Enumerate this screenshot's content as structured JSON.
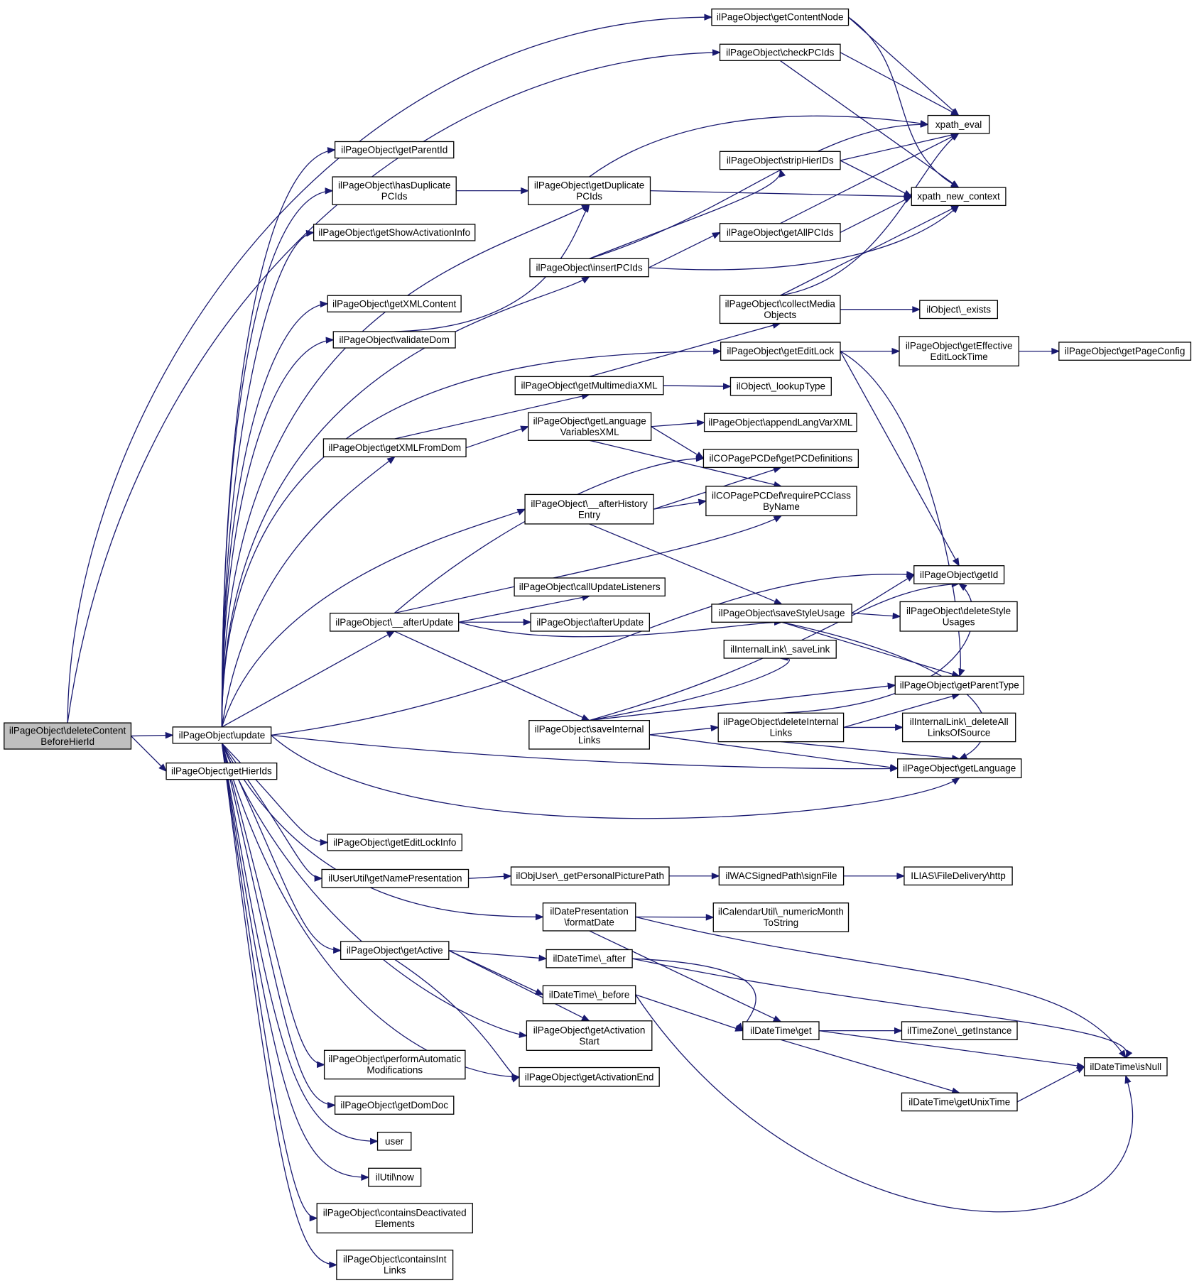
{
  "graph": {
    "edge_color": "#191970",
    "root_fill": "#bfbfbf",
    "node_fill": "#ffffff",
    "nodes": [
      {
        "id": "root",
        "lines": [
          "ilPageObject\\deleteContent",
          "BeforeHierId"
        ],
        "root": true
      },
      {
        "id": "update",
        "lines": [
          "ilPageObject\\update"
        ]
      },
      {
        "id": "getHierIds",
        "lines": [
          "ilPageObject\\getHierIds"
        ]
      },
      {
        "id": "getContentNode",
        "lines": [
          "ilPageObject\\getContentNode"
        ]
      },
      {
        "id": "checkPCIds",
        "lines": [
          "ilPageObject\\checkPCIds"
        ]
      },
      {
        "id": "xpath_eval",
        "lines": [
          "xpath_eval"
        ]
      },
      {
        "id": "xpath_new_context",
        "lines": [
          "xpath_new_context"
        ]
      },
      {
        "id": "getParentId",
        "lines": [
          "ilPageObject\\getParentId"
        ]
      },
      {
        "id": "hasDuplicatePCIds",
        "lines": [
          "ilPageObject\\hasDuplicate",
          "PCIds"
        ]
      },
      {
        "id": "getDuplicatePCIds",
        "lines": [
          "ilPageObject\\getDuplicate",
          "PCIds"
        ]
      },
      {
        "id": "stripHierIDs",
        "lines": [
          "ilPageObject\\stripHierIDs"
        ]
      },
      {
        "id": "getShowActivationInfo",
        "lines": [
          "ilPageObject\\getShowActivationInfo"
        ]
      },
      {
        "id": "getAllPCIds",
        "lines": [
          "ilPageObject\\getAllPCIds"
        ]
      },
      {
        "id": "insertPCIds",
        "lines": [
          "ilPageObject\\insertPCIds"
        ]
      },
      {
        "id": "getXMLContent",
        "lines": [
          "ilPageObject\\getXMLContent"
        ]
      },
      {
        "id": "collectMediaObjects",
        "lines": [
          "ilPageObject\\collectMedia",
          "Objects"
        ]
      },
      {
        "id": "ilObject_exists",
        "lines": [
          "ilObject\\_exists"
        ]
      },
      {
        "id": "validateDom",
        "lines": [
          "ilPageObject\\validateDom"
        ]
      },
      {
        "id": "getEditLock",
        "lines": [
          "ilPageObject\\getEditLock"
        ]
      },
      {
        "id": "getEffectiveEditLockTime",
        "lines": [
          "ilPageObject\\getEffective",
          "EditLockTime"
        ]
      },
      {
        "id": "getPageConfig",
        "lines": [
          "ilPageObject\\getPageConfig"
        ]
      },
      {
        "id": "getMultimediaXML",
        "lines": [
          "ilPageObject\\getMultimediaXML"
        ]
      },
      {
        "id": "lookupType",
        "lines": [
          "ilObject\\_lookupType"
        ]
      },
      {
        "id": "getLanguageVariablesXML",
        "lines": [
          "ilPageObject\\getLanguage",
          "VariablesXML"
        ]
      },
      {
        "id": "appendLangVarXML",
        "lines": [
          "ilPageObject\\appendLangVarXML"
        ]
      },
      {
        "id": "getXMLFromDom",
        "lines": [
          "ilPageObject\\getXMLFromDom"
        ]
      },
      {
        "id": "getPCDefinitions",
        "lines": [
          "ilCOPagePCDef\\getPCDefinitions"
        ]
      },
      {
        "id": "afterHistoryEntry",
        "lines": [
          "ilPageObject\\__afterHistory",
          "Entry"
        ]
      },
      {
        "id": "requirePCClassByName",
        "lines": [
          "ilCOPagePCDef\\requirePCClass",
          "ByName"
        ]
      },
      {
        "id": "getId",
        "lines": [
          "ilPageObject\\getId"
        ]
      },
      {
        "id": "callUpdateListeners",
        "lines": [
          "ilPageObject\\callUpdateListeners"
        ]
      },
      {
        "id": "saveStyleUsage",
        "lines": [
          "ilPageObject\\saveStyleUsage"
        ]
      },
      {
        "id": "deleteStyleUsages",
        "lines": [
          "ilPageObject\\deleteStyle",
          "Usages"
        ]
      },
      {
        "id": "__afterUpdate",
        "lines": [
          "ilPageObject\\__afterUpdate"
        ]
      },
      {
        "id": "afterUpdate",
        "lines": [
          "ilPageObject\\afterUpdate"
        ]
      },
      {
        "id": "saveLink",
        "lines": [
          "ilInternalLink\\_saveLink"
        ]
      },
      {
        "id": "getParentType",
        "lines": [
          "ilPageObject\\getParentType"
        ]
      },
      {
        "id": "saveInternalLinks",
        "lines": [
          "ilPageObject\\saveInternal",
          "Links"
        ]
      },
      {
        "id": "deleteInternalLinks",
        "lines": [
          "ilPageObject\\deleteInternal",
          "Links"
        ]
      },
      {
        "id": "deleteAllLinksOfSource",
        "lines": [
          "ilInternalLink\\_deleteAll",
          "LinksOfSource"
        ]
      },
      {
        "id": "getLanguage",
        "lines": [
          "ilPageObject\\getLanguage"
        ]
      },
      {
        "id": "getEditLockInfo",
        "lines": [
          "ilPageObject\\getEditLockInfo"
        ]
      },
      {
        "id": "getNamePresentation",
        "lines": [
          "ilUserUtil\\getNamePresentation"
        ]
      },
      {
        "id": "getPersonalPicturePath",
        "lines": [
          "ilObjUser\\_getPersonalPicturePath"
        ]
      },
      {
        "id": "signFile",
        "lines": [
          "ilWACSignedPath\\signFile"
        ]
      },
      {
        "id": "http",
        "lines": [
          "ILIAS\\FileDelivery\\http"
        ]
      },
      {
        "id": "formatDate",
        "lines": [
          "ilDatePresentation",
          "\\formatDate"
        ]
      },
      {
        "id": "numericMonthToString",
        "lines": [
          "ilCalendarUtil\\_numericMonth",
          "ToString"
        ]
      },
      {
        "id": "getActive",
        "lines": [
          "ilPageObject\\getActive"
        ]
      },
      {
        "id": "after",
        "lines": [
          "ilDateTime\\_after"
        ]
      },
      {
        "id": "before",
        "lines": [
          "ilDateTime\\_before"
        ]
      },
      {
        "id": "getActivationStart",
        "lines": [
          "ilPageObject\\getActivation",
          "Start"
        ]
      },
      {
        "id": "dtget",
        "lines": [
          "ilDateTime\\get"
        ]
      },
      {
        "id": "getInstance",
        "lines": [
          "ilTimeZone\\_getInstance"
        ]
      },
      {
        "id": "isNull",
        "lines": [
          "ilDateTime\\isNull"
        ]
      },
      {
        "id": "getActivationEnd",
        "lines": [
          "ilPageObject\\getActivationEnd"
        ]
      },
      {
        "id": "getUnixTime",
        "lines": [
          "ilDateTime\\getUnixTime"
        ]
      },
      {
        "id": "performAutomaticModifications",
        "lines": [
          "ilPageObject\\performAutomatic",
          "Modifications"
        ]
      },
      {
        "id": "getDomDoc",
        "lines": [
          "ilPageObject\\getDomDoc"
        ]
      },
      {
        "id": "user",
        "lines": [
          "user"
        ]
      },
      {
        "id": "now",
        "lines": [
          "ilUtil\\now"
        ]
      },
      {
        "id": "containsDeactivatedElements",
        "lines": [
          "ilPageObject\\containsDeactivated",
          "Elements"
        ]
      },
      {
        "id": "containsIntLinks",
        "lines": [
          "ilPageObject\\containsInt",
          "Links"
        ]
      }
    ]
  }
}
